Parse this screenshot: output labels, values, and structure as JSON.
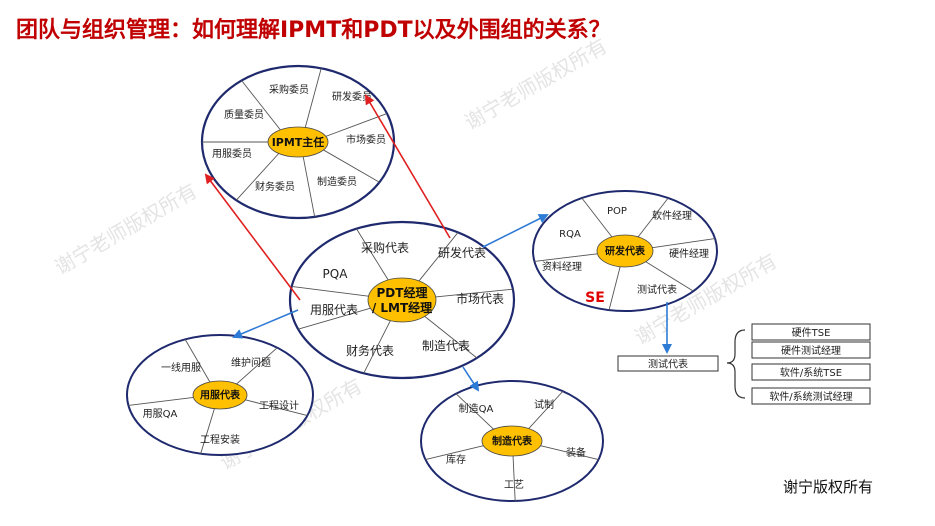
{
  "title": "团队与组织管理：如何理解IPMT和PDT以及外围组的关系？",
  "copyright": "谢宁版权所有",
  "watermark": "谢宁老师版权所有",
  "ipmt": {
    "center": "IPMT主任",
    "members": [
      "采购委员",
      "研发委员",
      "市场委员",
      "制造委员",
      "财务委员",
      "用服委员",
      "质量委员"
    ]
  },
  "pdt": {
    "center_line1": "PDT经理",
    "center_line2": "/ LMT经理",
    "members": [
      "采购代表",
      "研发代表",
      "市场代表",
      "制造代表",
      "财务代表",
      "用服代表",
      "PQA"
    ]
  },
  "rd": {
    "center": "研发代表",
    "members": [
      "POP",
      "软件经理",
      "硬件经理",
      "测试代表",
      "资料经理",
      "RQA"
    ],
    "se_label": "SE"
  },
  "service": {
    "center": "用服代表",
    "members": [
      "一线用服",
      "维护问题",
      "工程设计",
      "工程安装",
      "用服QA"
    ]
  },
  "mfg": {
    "center": "制造代表",
    "members": [
      "制造QA",
      "试制",
      "装备",
      "工艺",
      "库存"
    ]
  },
  "test": {
    "label": "测试代表",
    "items": [
      "硬件TSE",
      "硬件测试经理",
      "软件/系统TSE",
      "软件/系统测试经理"
    ]
  },
  "colors": {
    "title": "#c00000",
    "ellipse_stroke": "#1f2a6e",
    "center_fill": "#ffc000",
    "red_arrow": "#e02020",
    "blue_arrow": "#2e7bd6"
  }
}
